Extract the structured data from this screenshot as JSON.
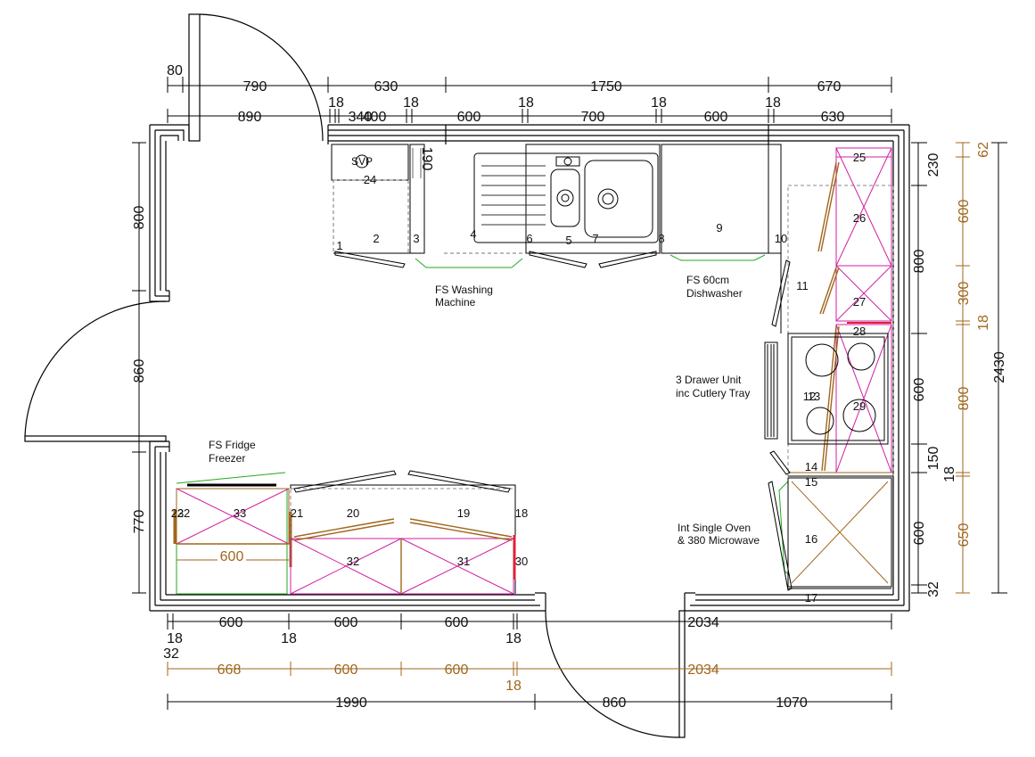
{
  "colors": {
    "line": "#000000",
    "brown": "#a0661c",
    "magenta": "#d21fa3",
    "green": "#22aa22",
    "red": "#e0203a",
    "grey": "#888888"
  },
  "dimensions": {
    "top_row1": [
      "80",
      "790",
      "630",
      "1750",
      "670"
    ],
    "top_row2": [
      "890",
      "18",
      "340",
      "400",
      "18",
      "600",
      "18",
      "700",
      "18",
      "600",
      "18",
      "630"
    ],
    "left": [
      "800",
      "860",
      "770"
    ],
    "right_black": [
      "230",
      "800",
      "600",
      "150",
      "600",
      "32"
    ],
    "right_brown": [
      "62",
      "600",
      "300",
      "18",
      "800",
      "18",
      "650"
    ],
    "right_total": "2430",
    "bottom_black": [
      "600",
      "600",
      "600",
      "2034"
    ],
    "bottom_small": [
      "18",
      "32",
      "18",
      "18"
    ],
    "bottom_brown": [
      "668",
      "600",
      "600",
      "2034"
    ],
    "bottom_brown_small": "18",
    "bottom_total": [
      "1990",
      "860",
      "1070"
    ],
    "fridge_inner": "600",
    "vertical_small": "190"
  },
  "unit_numbers": {
    "n1": "1",
    "n2": "2",
    "n3": "3",
    "n4": "4",
    "n5": "5",
    "n6": "6",
    "n7": "7",
    "n8": "8",
    "n9": "9",
    "n10": "10",
    "n11": "11",
    "n12": "12",
    "n13": "13",
    "n14": "14",
    "n15": "15",
    "n16": "16",
    "n17": "17",
    "n18": "18",
    "n19": "19",
    "n20": "20",
    "n21": "21",
    "n22": "22",
    "n23": "23",
    "n24": "24",
    "n25": "25",
    "n26": "26",
    "n27": "27",
    "n28": "28",
    "n29": "29",
    "n30": "30",
    "n31": "31",
    "n32": "32",
    "n33": "33"
  },
  "labels": {
    "svp": "SVP",
    "washing_1": "FS Washing",
    "washing_2": "Machine",
    "dishwasher_1": "FS 60cm",
    "dishwasher_2": "Dishwasher",
    "drawer_1": "3 Drawer Unit",
    "drawer_2": "inc Cutlery Tray",
    "fridge_1": "FS Fridge",
    "fridge_2": "Freezer",
    "oven_1": "Int Single Oven",
    "oven_2": "& 380 Microwave"
  }
}
